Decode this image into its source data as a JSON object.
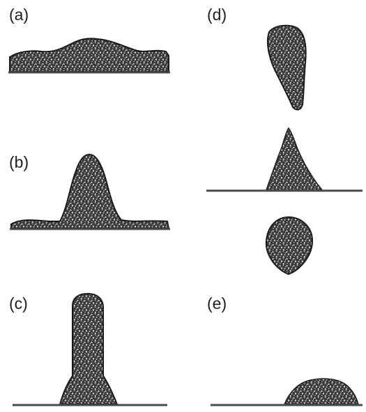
{
  "panels": [
    {
      "id": "a",
      "label": "(a)"
    },
    {
      "id": "b",
      "label": "(b)"
    },
    {
      "id": "c",
      "label": "(c)"
    },
    {
      "id": "d",
      "label": "(d)"
    },
    {
      "id": "e",
      "label": "(e)"
    }
  ],
  "colors": {
    "fill": "#3a3a3a",
    "speckle": "#c8c8c8",
    "outline": "#1a1a1a",
    "substrate": "#4a4a4a",
    "background": "#ffffff"
  }
}
